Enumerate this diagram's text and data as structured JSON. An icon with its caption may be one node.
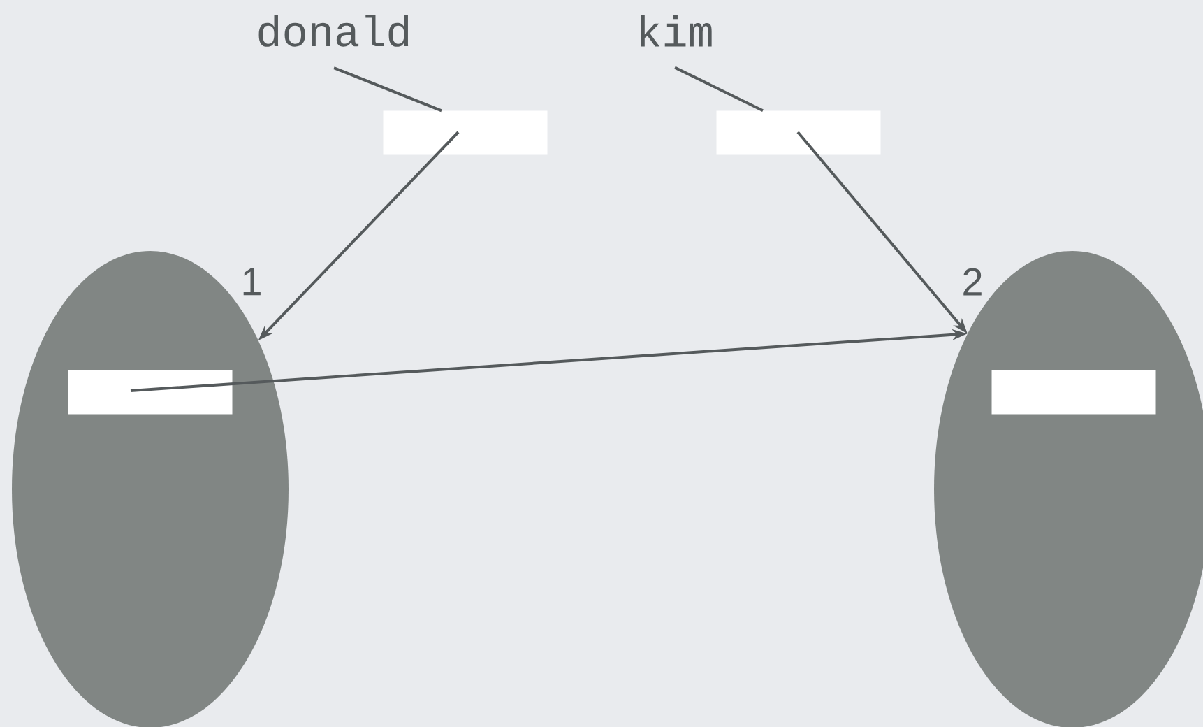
{
  "diagram": {
    "nodes": [
      {
        "text": [
          "donald"
        ]
      },
      {
        "text": [
          "kim"
        ]
      },
      {
        "text": [],
        "shape": "box"
      },
      {
        "text": [],
        "shape": "box"
      },
      {
        "text": [],
        "shape": "ellipse",
        "beside": [
          "1"
        ]
      },
      {
        "text": [],
        "shape": "box",
        "in": 4
      },
      {
        "text": [],
        "shape": "ellipse",
        "beside": [
          "2"
        ]
      },
      {
        "text": [],
        "shape": "box",
        "in": 6
      }
    ],
    "edges": [
      {
        "from": 0,
        "to": 2,
        "arrow": "none"
      },
      {
        "from": 1,
        "to": 3,
        "arrow": "none"
      },
      {
        "from": 2,
        "to": 4,
        "arrow": "to"
      },
      {
        "from": 3,
        "to": 6,
        "arrow": "to"
      },
      {
        "from": 5,
        "to": 6,
        "arrow": "to"
      }
    ]
  }
}
